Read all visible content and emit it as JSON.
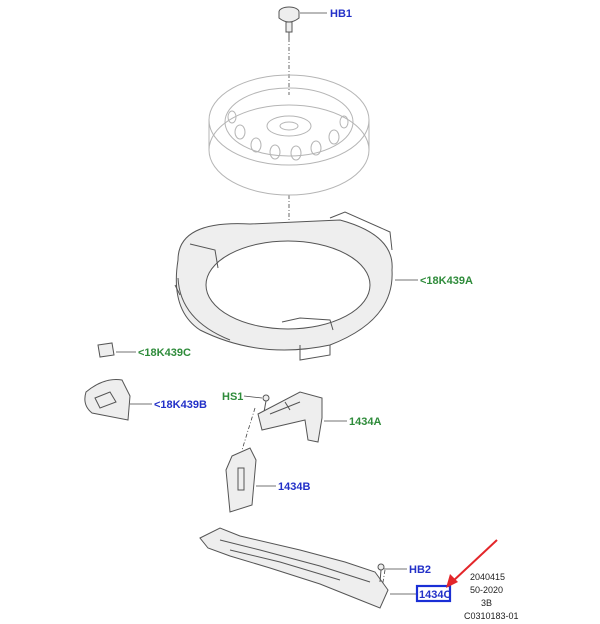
{
  "callouts": {
    "hb1": "HB1",
    "k439a": "<18K439A",
    "k439c": "<18K439C",
    "k439b": "<18K439B",
    "hs1": "HS1",
    "p1434a": "1434A",
    "p1434b": "1434B",
    "hb2": "HB2",
    "p1434c": "1434C"
  },
  "meta": {
    "line1": "2040415",
    "line2": "50-2020",
    "line3": "3B",
    "line4": "C0310183-01"
  },
  "colors": {
    "green_label": "#2e8b3a",
    "blue_label": "#2230c8",
    "highlight_box": "#1a2fd6",
    "arrow": "#e3262a"
  }
}
